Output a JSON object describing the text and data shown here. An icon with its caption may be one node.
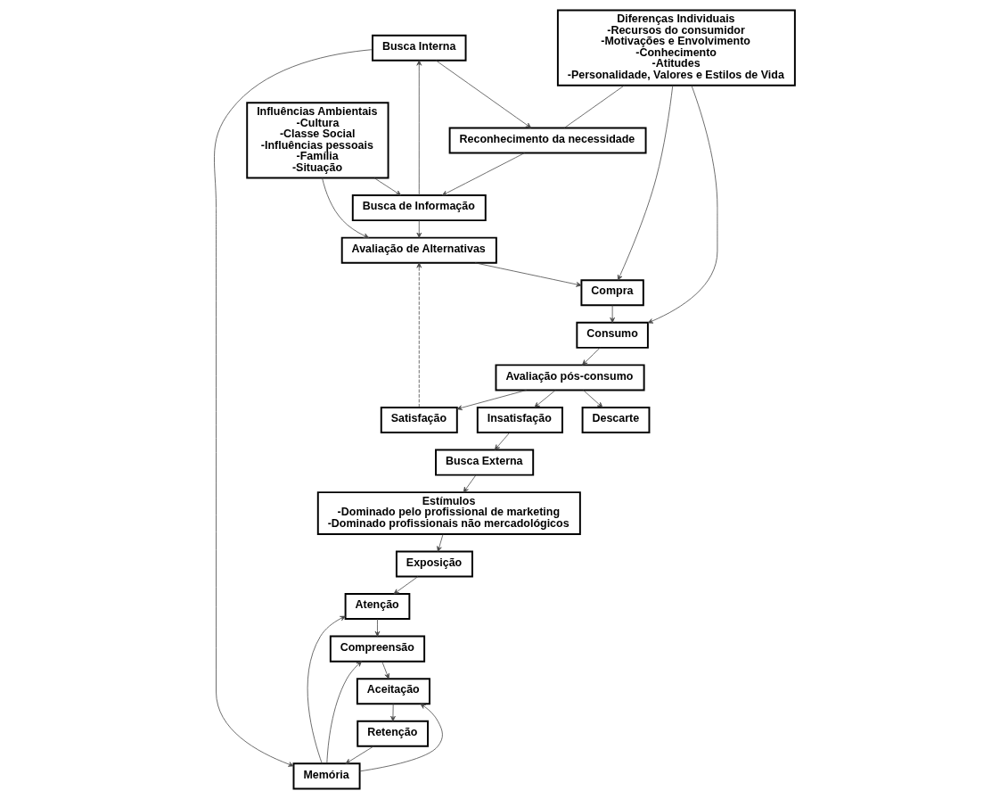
{
  "diagram": {
    "nodes": [
      {
        "text": [
          "Estímulos",
          "-Dominado pelo profissional de marketing",
          "-Dominado profissionais não mercadológicos"
        ]
      },
      {
        "text": [
          "Busca Interna"
        ]
      },
      {
        "text": [
          "Reconhecimento da necessidade"
        ]
      },
      {
        "text": [
          "Influências Ambientais",
          "-Cultura",
          "-Classe Social",
          "-Influências pessoais",
          "-Família",
          "-Situação"
        ]
      },
      {
        "text": [
          "Exposição"
        ]
      },
      {
        "text": [
          "Busca de Informação"
        ]
      },
      {
        "text": [
          "Atenção"
        ]
      },
      {
        "text": [
          "Memória"
        ]
      },
      {
        "text": [
          "Avaliação de Alternativas"
        ]
      },
      {
        "text": [
          "Compreensão"
        ]
      },
      {
        "text": [
          "Compra"
        ]
      },
      {
        "text": [
          "Busca Externa"
        ]
      },
      {
        "text": [
          "Aceitação"
        ]
      },
      {
        "text": [
          "Consumo"
        ]
      },
      {
        "text": [
          "Retenção"
        ]
      },
      {
        "text": [
          "Diferenças Individuais",
          "-Recursos do consumidor",
          "-Motivações e Envolvimento",
          "-Conhecimento",
          "-Atitudes",
          "-Personalidade, Valores e Estilos de Vida"
        ]
      },
      {
        "text": [
          "Avaliação pós-consumo"
        ]
      },
      {
        "text": [
          "Insatisfação"
        ]
      },
      {
        "text": [
          "Satisfação"
        ]
      },
      {
        "text": [
          "Descarte"
        ]
      }
    ],
    "edges": [
      {
        "from": 0,
        "to": 4,
        "arrow": "to"
      },
      {
        "from": 4,
        "to": 6,
        "arrow": "to"
      },
      {
        "from": 6,
        "to": 9,
        "arrow": "to"
      },
      {
        "from": 9,
        "to": 12,
        "arrow": "to"
      },
      {
        "from": 12,
        "to": 14,
        "arrow": "to"
      },
      {
        "from": 14,
        "to": 7,
        "arrow": "to"
      },
      {
        "from": 7,
        "to": 6,
        "arrow": "to"
      },
      {
        "from": 7,
        "to": 9,
        "arrow": "to"
      },
      {
        "from": 7,
        "to": 12,
        "arrow": "to"
      },
      {
        "from": 1,
        "to": 7,
        "arrow": "to"
      },
      {
        "from": 1,
        "to": 2,
        "arrow": "to"
      },
      {
        "from": 5,
        "to": 1,
        "arrow": "to"
      },
      {
        "from": 2,
        "to": 5,
        "arrow": "to"
      },
      {
        "from": 5,
        "to": 8,
        "arrow": "to"
      },
      {
        "from": 8,
        "to": 10,
        "arrow": "to"
      },
      {
        "from": 10,
        "to": 13,
        "arrow": "to"
      },
      {
        "from": 13,
        "to": 16,
        "arrow": "to"
      },
      {
        "from": 16,
        "to": 17,
        "arrow": "to"
      },
      {
        "from": 16,
        "to": 19,
        "arrow": "to"
      },
      {
        "from": 16,
        "to": 18,
        "arrow": "to"
      },
      {
        "from": 18,
        "to": 8,
        "arrow": "to",
        "style": "dashed"
      },
      {
        "from": 17,
        "to": 11,
        "arrow": "to"
      },
      {
        "from": 11,
        "to": 0,
        "arrow": "to"
      },
      {
        "from": 3,
        "to": 5,
        "arrow": "to"
      },
      {
        "from": 3,
        "to": 8,
        "arrow": "to"
      },
      {
        "from": 15,
        "to": 2,
        "arrow": "none"
      },
      {
        "from": 15,
        "to": 10,
        "arrow": "to"
      },
      {
        "from": 15,
        "to": 13,
        "arrow": "to"
      }
    ]
  }
}
